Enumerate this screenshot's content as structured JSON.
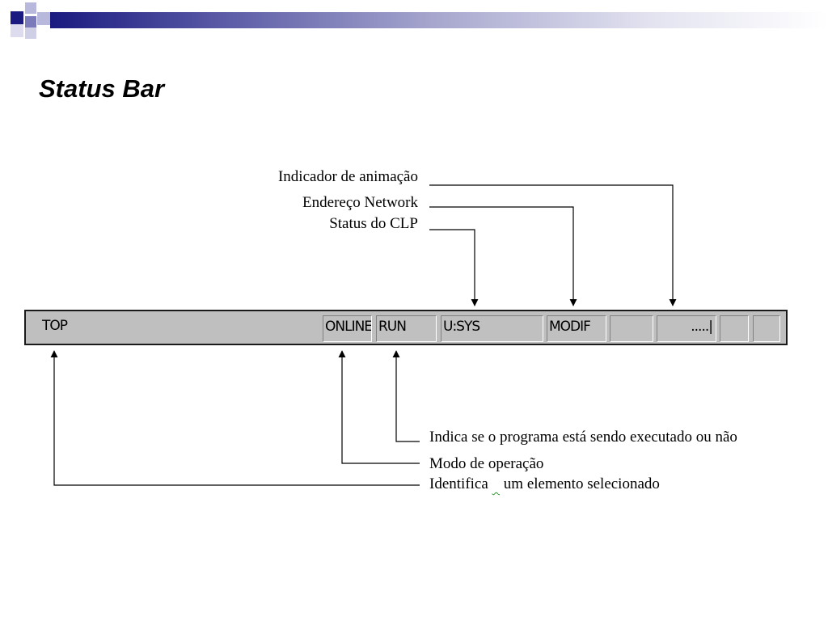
{
  "slide": {
    "title": "Status Bar"
  },
  "status_bar": {
    "cells": [
      "TOP",
      "ONLINE",
      "RUN",
      "U:SYS",
      "MODIF",
      "",
      ".....|",
      "",
      ""
    ]
  },
  "callouts_top": [
    {
      "text": "Indicador de animação"
    },
    {
      "text": "Endereço Network"
    },
    {
      "text": "Status do CLP"
    }
  ],
  "callouts_bottom": [
    {
      "text": "Indica se o programa está sendo executado ou não"
    },
    {
      "text": "Modo de operação"
    },
    {
      "text_a": "Identifica ",
      "text_b": " um elemento selecionado"
    }
  ],
  "colors": {
    "accent": "#1a1a80",
    "squiggle": "#2e9a2e"
  }
}
